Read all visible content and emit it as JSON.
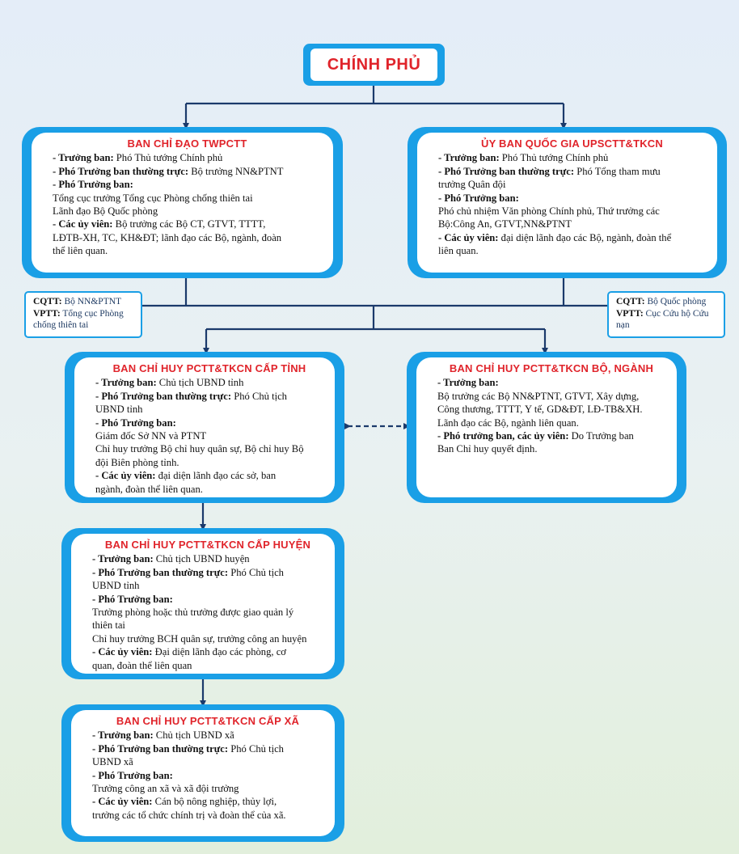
{
  "root": {
    "title": "CHÍNH  PHỦ"
  },
  "ban_chi_dao": {
    "title": "BAN CHỈ ĐẠO TWPCTT",
    "truong_ban_label": "- Trưởng ban:",
    "truong_ban": " Phó Thủ tướng Chính phủ",
    "pho_tt_label": "- Phó Trưởng ban thường trực:",
    "pho_tt": " Bộ trưởng NN&PTNT",
    "pho_label": "- Phó Trưởng ban:",
    "pho_1": "Tổng cục trưởng Tổng cục Phòng chống thiên tai",
    "pho_2": "Lãnh đạo Bộ Quốc phòng",
    "uy_vien_label": "- Các ủy viên:",
    "uy_vien_1": " Bộ trưởng các Bộ CT, GTVT, TTTT,",
    "uy_vien_2": "LĐTB-XH,  TC, KH&ĐT;  lãnh đạo các Bộ,  ngành,  đoàn",
    "uy_vien_3": "thể liên quan."
  },
  "uy_ban": {
    "title": "ỦY BAN QUỐC GIA UPSCTT&TKCN",
    "truong_ban_label": "- Trưởng ban:",
    "truong_ban": " Phó Thủ tướng Chính phủ",
    "pho_tt_label": "- Phó Trưởng ban thường trực:",
    "pho_tt_1": " Phó Tổng tham mưu",
    "pho_tt_2": "trưởng Quân đội",
    "pho_label": "- Phó Trưởng ban:",
    "pho_1": "Phó chủ nhiệm Văn phòng Chính phủ, Thứ trưởng các",
    "pho_2": "Bộ:Công  An, GTVT,NN&PTNT",
    "uy_vien_label": "- Các ủy viên:",
    "uy_vien_1": " đại diện lãnh đạo các Bộ, ngành, đoàn thể",
    "uy_vien_2": "liên  quan."
  },
  "cq_left": {
    "cqtt_label": "CQTT:",
    "cqtt": " Bộ NN&PTNT",
    "vptt_label": "VPTT:",
    "vptt_1": " Tổng cục Phòng",
    "vptt_2": "chống thiên tai"
  },
  "cq_right": {
    "cqtt_label": "CQTT:",
    "cqtt": " Bộ Quốc phòng",
    "vptt_label": "VPTT:",
    "vptt_1": " Cục Cứu hộ Cứu",
    "vptt_2": "nạn"
  },
  "cap_tinh": {
    "title": "BAN CHỈ HUY PCTT&TKCN  CẤP  TỈNH",
    "truong_ban_label": "- Trưởng ban:",
    "truong_ban": " Chủ tịch UBND  tỉnh",
    "pho_tt_label": "-  Phó  Trưởng  ban  thường  trực:",
    "pho_tt_1": "  Phó  Chủ  tịch",
    "pho_tt_2": "UBND  tỉnh",
    "pho_label": "- Phó Trưởng ban:",
    "pho_1": "Giám đốc Sở NN và PTNT",
    "pho_2": "Chỉ huy trưởng Bộ chỉ huy quân sự, Bộ chỉ huy Bộ",
    "pho_3": "đội Biên  phòng tỉnh.",
    "uy_vien_label": "-  Các  ủy  viên:",
    "uy_vien_1": "  đại  diện  lãnh  đạo  các  sở,  ban",
    "uy_vien_2": "ngành, đoàn thể liên  quan."
  },
  "bo_nganh": {
    "title": "BAN CHỈ HUY PCTT&TKCN  BỘ, NGÀNH",
    "truong_ban_label": "- Trưởng ban:",
    "tb_1": "Bộ trưởng các Bộ NN&PTNT, GTVT, Xây dựng,",
    "tb_2": "Công thương, TTTT, Y tế, GD&ĐT, LĐ-TB&XH.",
    "tb_3": "Lãnh đạo các Bộ, ngành liên quan.",
    "pho_label": "- Phó trưởng ban, các ủy viên:",
    "pho_1": " Do Trưởng ban",
    "pho_2": "Ban Chỉ huy quyết định."
  },
  "cap_huyen": {
    "title": "BAN CHỈ HUY PCTT&TKCN  CẤP HUYỆN",
    "truong_ban_label": "- Trưởng ban:",
    "truong_ban": " Chủ tịch UBND  huyện",
    "pho_tt_label": "-  Phó  Trưởng  ban  thường  trực:",
    "pho_tt_1": "  Phó  Chủ  tịch",
    "pho_tt_2": "UBND  tỉnh",
    "pho_label": "- Phó Trưởng ban:",
    "pho_1": "Trưởng phòng hoặc thủ trưởng được giao quản lý",
    "pho_2": "thiên tai",
    "pho_3": "Chỉ huy trưởng BCH quân sự, trưởng công an huyện",
    "uy_vien_label": "-  Các  ủy  viên:",
    "uy_vien_1": "  Đại  diện  lãnh  đạo  các  phòng,  cơ",
    "uy_vien_2": "quan, đoàn thể liên  quan"
  },
  "cap_xa": {
    "title": "BAN CHỈ HUY PCTT&TKCN  CẤP XÃ",
    "truong_ban_label": "- Trưởng ban:",
    "truong_ban": " Chủ tịch UBND  xã",
    "pho_tt_label": "-  Phó  Trưởng  ban  thường  trực:",
    "pho_tt_1": "  Phó  Chủ  tịch",
    "pho_tt_2": "UBND  xã",
    "pho_label": "- Phó Trưởng ban:",
    "pho_1": "Trưởng công an xã và xã đội trưởng",
    "uy_vien_label": "-  Các  ủy  viên:",
    "uy_vien_1": "  Cán  bộ  nông  nghiệp,  thủy  lợi,",
    "uy_vien_2": "trưởng các tổ chức chính trị và đoàn thể của xã."
  },
  "colors": {
    "frame": "#1a9fe6",
    "title": "#e0242b",
    "connector": "#1b3a6b"
  }
}
